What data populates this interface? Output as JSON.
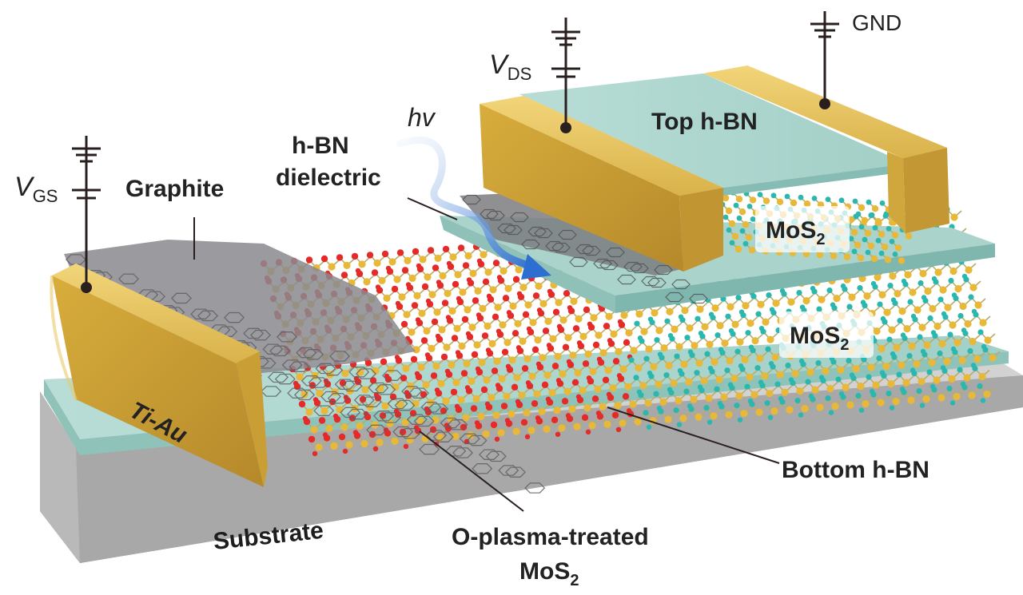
{
  "labels": {
    "gnd": "GND",
    "vds": {
      "base": "V",
      "sub": "DS"
    },
    "vgs": {
      "base": "V",
      "sub": "GS"
    },
    "top_hbn": "Top h-BN",
    "hv": "hv",
    "hbn_dielectric_line1": "h-BN",
    "hbn_dielectric_line2": "dielectric",
    "graphite": "Graphite",
    "mos2_top": {
      "base": "MoS",
      "sub": "2"
    },
    "mos2_mid": {
      "base": "MoS",
      "sub": "2"
    },
    "ti_au": "Ti-Au",
    "bottom_hbn": "Bottom h-BN",
    "substrate": "Substrate",
    "oplasma_line1": "O-plasma-treated",
    "oplasma_line2": {
      "base": "MoS",
      "sub": "2"
    }
  },
  "colors": {
    "gold": "#d2a93a",
    "hbn": "#a8d3cc",
    "substrate": "#a9a9a9",
    "graphite": "#7d7d80",
    "mo_atom": "#e8b838",
    "s_atom": "#2bb7ae",
    "oxygen_atom": "#e52a2a",
    "photon_arrow": "#3a78d4",
    "wire": "#2a1f1f"
  }
}
